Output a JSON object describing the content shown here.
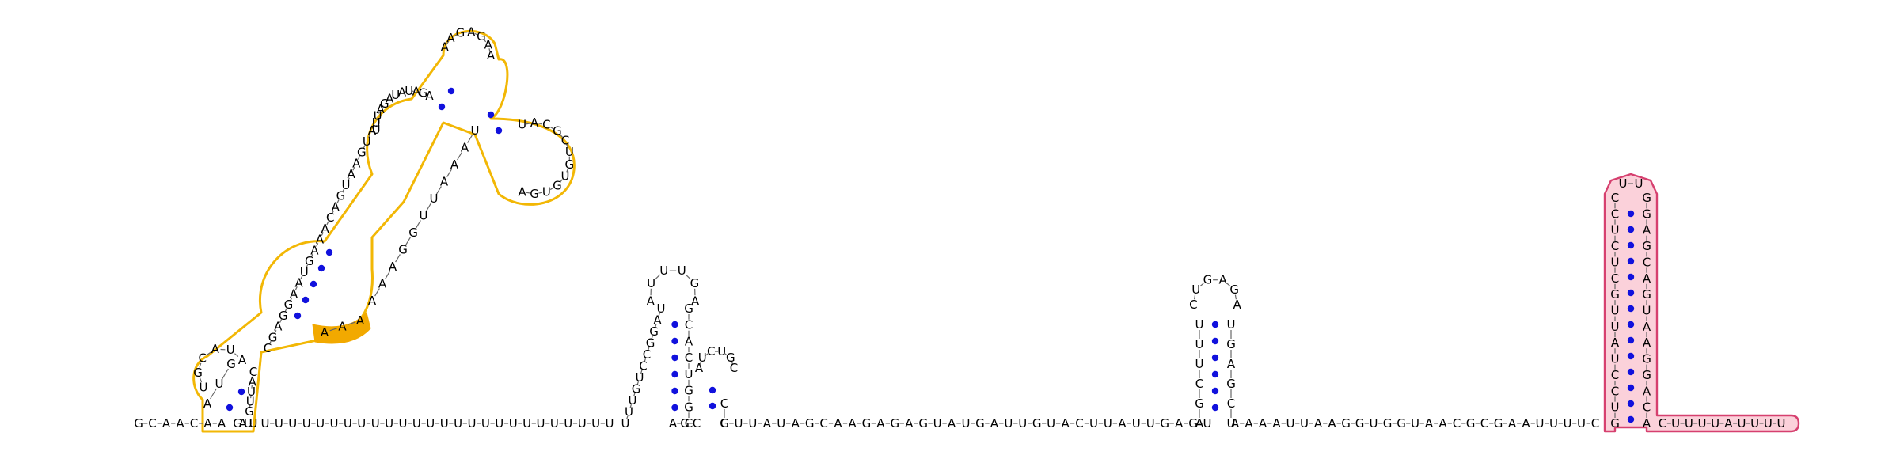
{
  "diagram": {
    "type": "rna-secondary-structure",
    "colors": {
      "base_pair_dot": "#1111dd",
      "highlight_orange": "#f2b705",
      "highlight_pink_fill": "#fbd1da",
      "highlight_pink_stroke": "#d6406f",
      "backbone": "#666666"
    },
    "baseline_5prime": "GCAACAA",
    "hairpin1": {
      "five_prime_stem": "AUG",
      "loop": "UGCAUA",
      "three_prime_stem": "CAUUG",
      "closing": "GAUU"
    },
    "orange_domain": {
      "left_strand": "CGAGGAAUGAAACAGUAAGUA",
      "upper_left": "UUUAGAUAUAGA",
      "apex": "AAGAGAA",
      "right_loop": "UACGCUGUGUGA",
      "right_strand": "UAAAUUGGAAA",
      "highlighted_segment": "AAA"
    },
    "linker1": "U.U.U.U.U.U.U.U.U.U.U.U.U.U.U.U.U.U.U.U.U.U.U.U.U.U",
    "hairpin2": {
      "five_prime": "UUUGUCCGGAU",
      "loop": "AUUUGA",
      "three_prime": "GCACUGGC"
    },
    "hairpin3": {
      "five_prime": "AGC",
      "loop": "AUCUGC",
      "three_prime": "CC"
    },
    "middle_sequence": "GUUAUAGCAAGAGAGUAUGAUUGUACUUAUUGAGU",
    "hairpin4": {
      "five_prime": "AGCUUU",
      "loop": "CUGAGA",
      "three_prime": "UGAGCU"
    },
    "right_sequence": "AAAAUUAAGGUGGUAACGCGAAUUUUC",
    "pink_hairpin": {
      "five_prime": "GUCCUAUUGCUCUCC",
      "loop": "UU",
      "three_prime": "GGAGCAGUAAGGACA"
    },
    "tail_3prime": "CUUUUAUUUU"
  }
}
